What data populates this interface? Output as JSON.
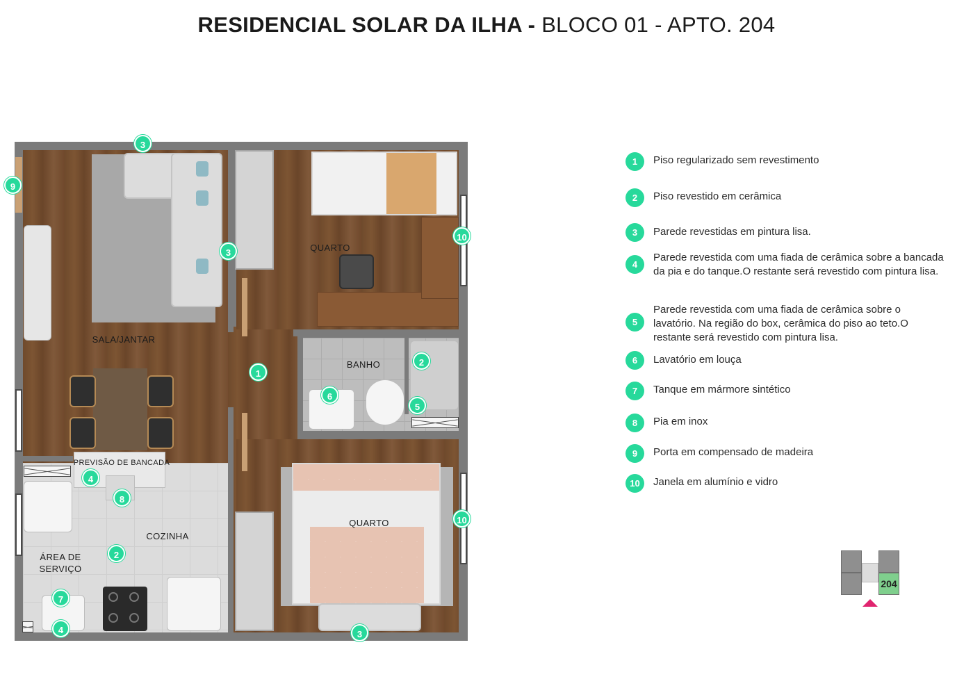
{
  "title": {
    "bold": "RESIDENCIAL SOLAR DA ILHA -",
    "light": "BLOCO 01 - APTO. 204"
  },
  "rooms": {
    "sala": "SALA/JANTAR",
    "quarto_top": "QUARTO",
    "banho": "BANHO",
    "bancada": "PREVISÃO DE BANCADA",
    "cozinha": "COZINHA",
    "area_servico_1": "ÁREA DE",
    "area_servico_2": "SERVIÇO",
    "quarto_bottom": "QUARTO"
  },
  "markers": [
    "3",
    "9",
    "3",
    "10",
    "1",
    "2",
    "6",
    "5",
    "4",
    "8",
    "2",
    "7",
    "4",
    "10",
    "3"
  ],
  "legend": [
    {
      "num": "1",
      "text": "Piso regularizado sem revestimento"
    },
    {
      "num": "2",
      "text": "Piso revestido em cerâmica"
    },
    {
      "num": "3",
      "text": "Parede revestidas em pintura lisa."
    },
    {
      "num": "4",
      "text": "Parede revestida com uma fiada de cerâmica sobre a bancada da pia e do tanque.O restante será revestido com pintura lisa."
    },
    {
      "num": "5",
      "text": "Parede revestida com uma fiada de cerâmica sobre o lavatório. Na região do box, cerâmica do piso ao teto.O restante será revestido com pintura lisa."
    },
    {
      "num": "6",
      "text": "Lavatório em louça"
    },
    {
      "num": "7",
      "text": "Tanque em mármore sintético"
    },
    {
      "num": "8",
      "text": "Pia em inox"
    },
    {
      "num": "9",
      "text": "Porta em compensado de madeira"
    },
    {
      "num": "10",
      "text": "Janela em alumínio e vidro"
    }
  ],
  "keyplan": {
    "unit": "204"
  },
  "colors": {
    "marker": "#27d99b",
    "highlight_unit": "#7fcf8d",
    "arrow": "#e0246f"
  }
}
